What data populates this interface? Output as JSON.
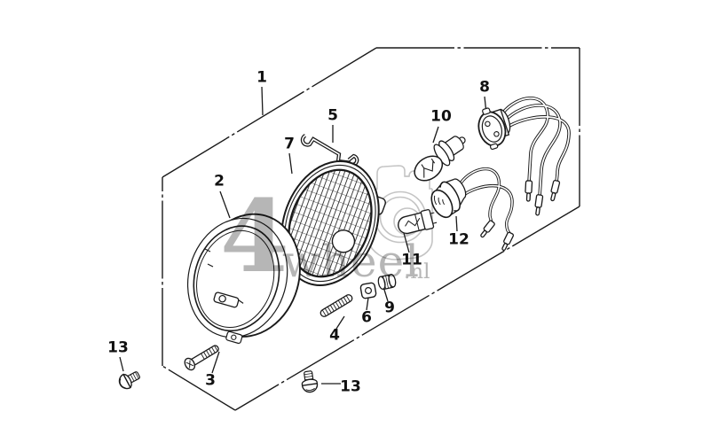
{
  "diagram": {
    "description": "Exploded parts diagram of a headlight assembly",
    "part_labels": [
      {
        "num": "1"
      },
      {
        "num": "2"
      },
      {
        "num": "3"
      },
      {
        "num": "4"
      },
      {
        "num": "5"
      },
      {
        "num": "6"
      },
      {
        "num": "7"
      },
      {
        "num": "8"
      },
      {
        "num": "9"
      },
      {
        "num": "10"
      },
      {
        "num": "11"
      },
      {
        "num": "12"
      },
      {
        "num": "13"
      },
      {
        "num": "13"
      }
    ],
    "watermark": {
      "big": "4",
      "word": "wheel",
      "tld": ".nl"
    },
    "colors": {
      "line": "#1a1a1a",
      "ghost": "#c4c4c4",
      "watermark": "#a9a9a9"
    }
  }
}
